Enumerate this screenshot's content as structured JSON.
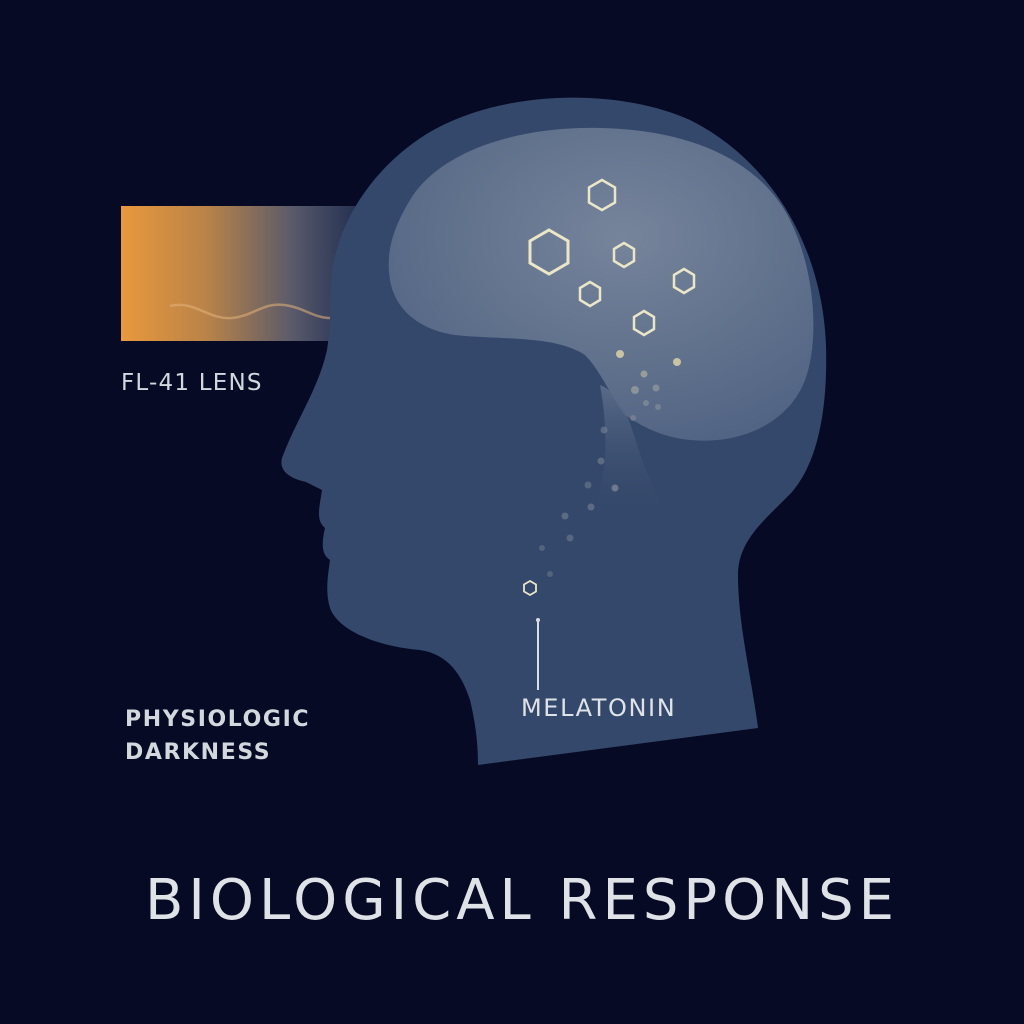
{
  "title": "BIOLOGICAL RESPONSE",
  "labels": {
    "lens": "FL-41 LENS",
    "darkness_line1": "PHYSIOLOGIC",
    "darkness_line2": "DARKNESS",
    "melatonin": "MELATONIN"
  },
  "colors": {
    "background": "#070a24",
    "head": "#34486b",
    "brain": "#5c6e8a",
    "lens_amber": "#e9983d",
    "molecule_outline": "#ebe6c8",
    "text": "#d3d8de"
  },
  "icons": {
    "head": "head-silhouette-icon",
    "brain": "brain-icon",
    "molecule": "hexagon-molecule-icon"
  }
}
